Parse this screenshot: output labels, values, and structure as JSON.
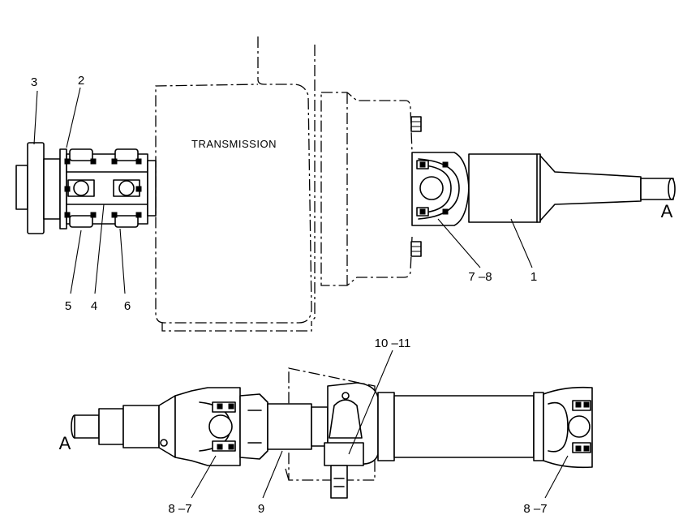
{
  "diagram": {
    "transmission_label": "TRANSMISSION",
    "view_marker_upper": "A",
    "view_marker_lower": "A",
    "callouts": {
      "c1": "1",
      "c2": "2",
      "c3": "3",
      "c4": "4",
      "c5": "5",
      "c6": "6",
      "c7_8": "7 –8",
      "c8_7_left": "8 –7",
      "c8_7_right": "8 –7",
      "c9": "9",
      "c10_11": "10 –11"
    }
  }
}
